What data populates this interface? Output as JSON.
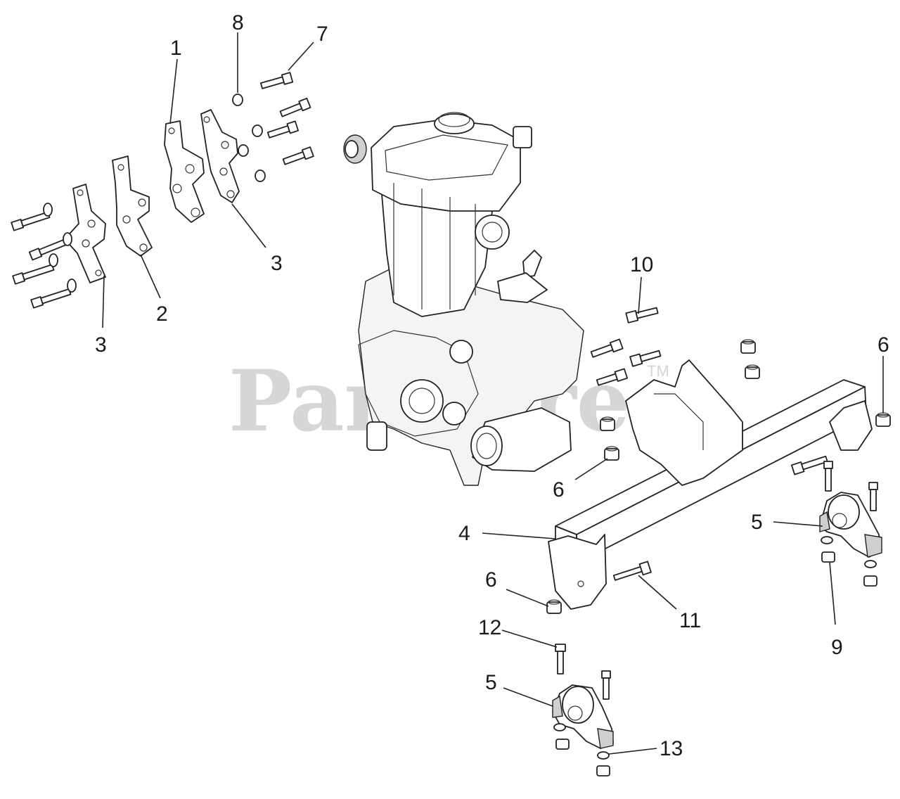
{
  "watermark": {
    "brand": "PartsTree",
    "trademark": "TM"
  },
  "callouts": {
    "c1": "1",
    "c2": "2",
    "c3a": "3",
    "c3b": "3",
    "c4": "4",
    "c5a": "5",
    "c5b": "5",
    "c6a": "6",
    "c6b": "6",
    "c6c": "6",
    "c7": "7",
    "c8": "8",
    "c9": "9",
    "c10": "10",
    "c11": "11",
    "c12": "12",
    "c13": "13"
  }
}
